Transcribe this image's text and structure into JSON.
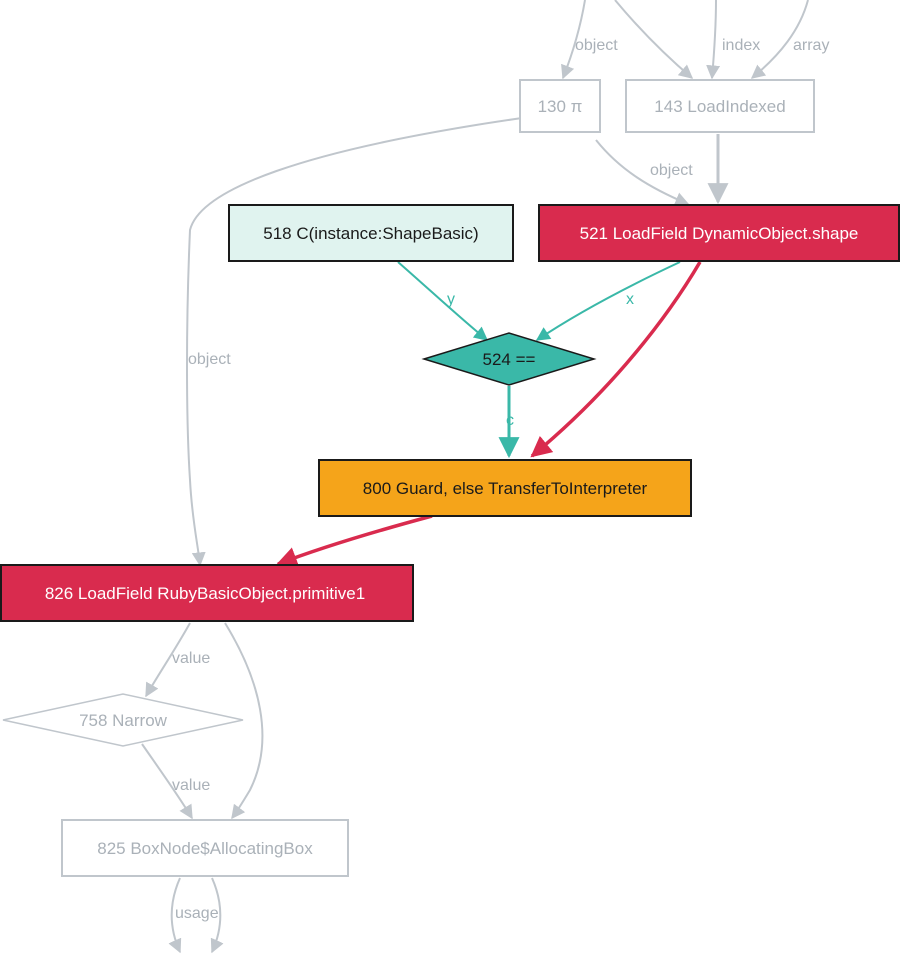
{
  "nodes": {
    "n130": "130 π",
    "n143": "143 LoadIndexed",
    "n518": "518 C(instance:ShapeBasic)",
    "n521": "521 LoadField DynamicObject.shape",
    "n524": "524 ==",
    "n800": "800 Guard, else TransferToInterpreter",
    "n826": "826 LoadField RubyBasicObject.primitive1",
    "n758": "758 Narrow",
    "n825": "825 BoxNode$AllocatingBox"
  },
  "edge_labels": {
    "top_object": "object",
    "top_index": "index",
    "top_array": "array",
    "e130_143_object": "object",
    "e130_826_object": "object",
    "e518_524_y": "y",
    "e521_524_x": "x",
    "e524_800_c": "c",
    "e826_758_value": "value",
    "e758_825_value": "value",
    "e825_out_usage": "usage"
  },
  "colors": {
    "faded": "#c0c6cc",
    "faded_text": "#aab1b8",
    "red": "#d92b4e",
    "teal": "#3ab8a8",
    "light_teal": "#e0f3ef",
    "orange": "#f5a41a",
    "white": "#ffffff",
    "dark": "#1a1a1a"
  }
}
